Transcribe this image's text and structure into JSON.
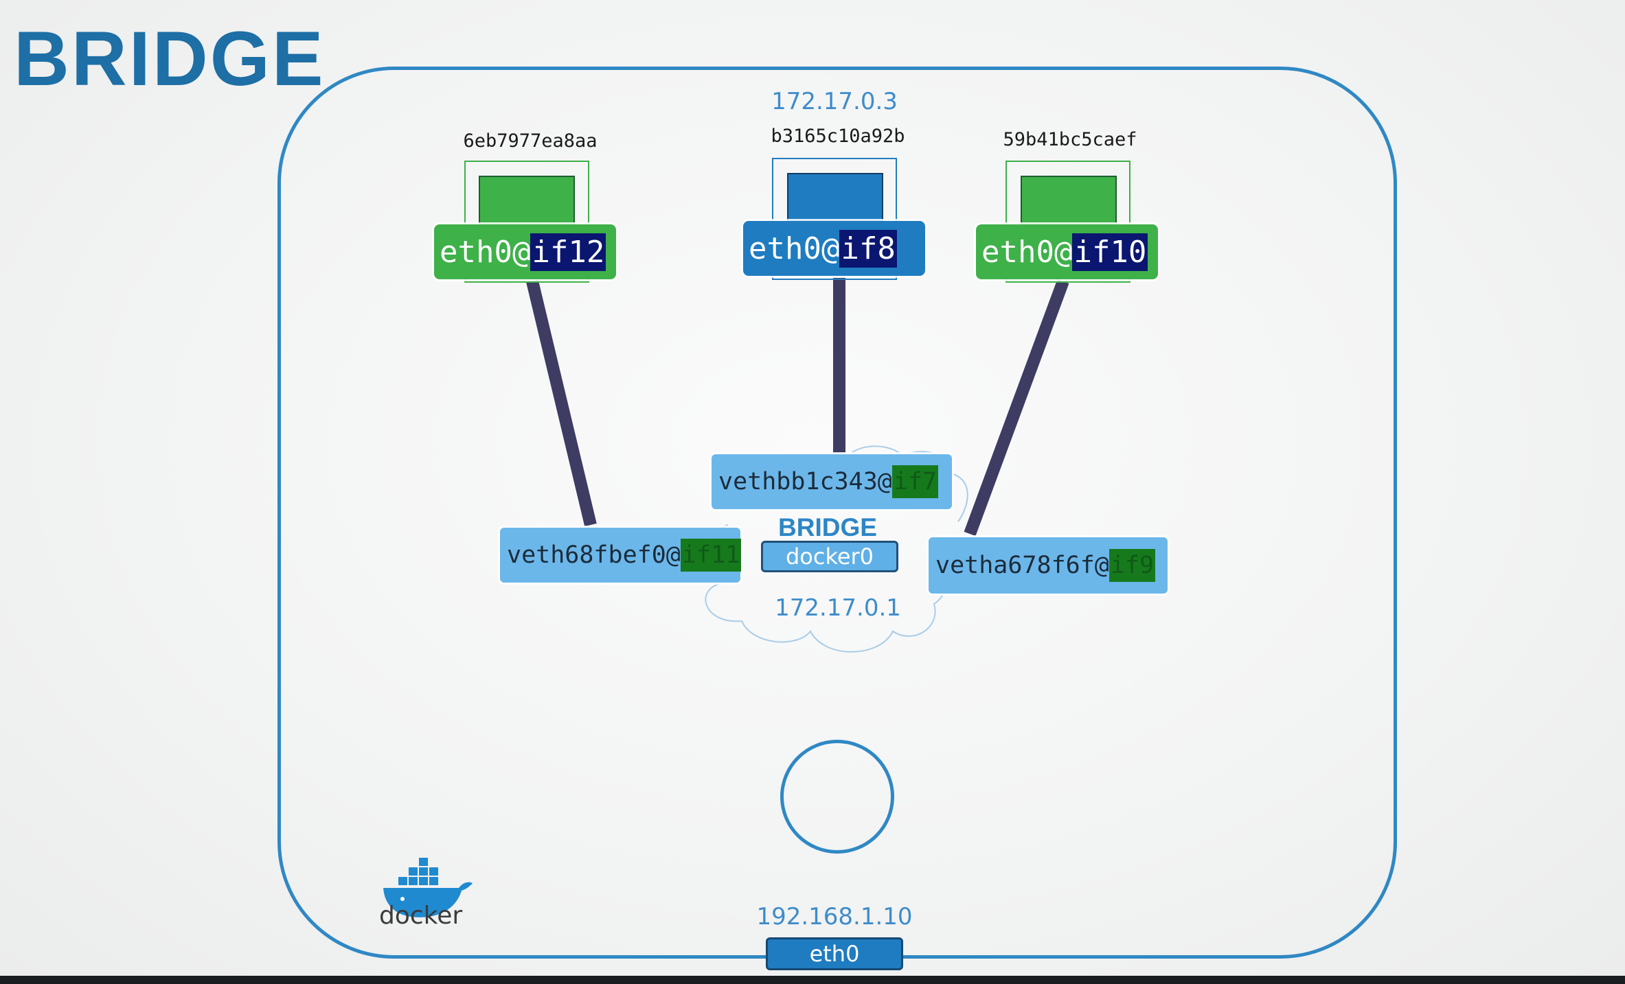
{
  "title": "BRIDGE",
  "containers": [
    {
      "id": "6eb7977ea8aa",
      "iface_prefix": "eth0@",
      "iface_suffix": "if12",
      "ip": ""
    },
    {
      "id": "b3165c10a92b",
      "iface_prefix": "eth0@",
      "iface_suffix": "if8",
      "ip": "172.17.0.3"
    },
    {
      "id": "59b41bc5caef",
      "iface_prefix": "eth0@",
      "iface_suffix": "if10",
      "ip": ""
    }
  ],
  "veths": [
    {
      "prefix": "veth68fbef0@",
      "suffix": "if11"
    },
    {
      "prefix": "vethbb1c343@",
      "suffix": "if7"
    },
    {
      "prefix": "vetha678f6f@",
      "suffix": "if9"
    }
  ],
  "bridge": {
    "label": "BRIDGE",
    "device": "docker0",
    "ip": "172.17.0.1"
  },
  "host": {
    "ip": "192.168.1.10",
    "nic": "eth0"
  },
  "logo": {
    "word": "docker",
    "icon": "docker-whale-icon"
  },
  "colors": {
    "green": "#3eb149",
    "blue": "#1f7cc0",
    "highlight": "#0a1670",
    "veth": "#6bb7ea",
    "wire": "#3e3c63",
    "frame": "#2f88c4"
  }
}
